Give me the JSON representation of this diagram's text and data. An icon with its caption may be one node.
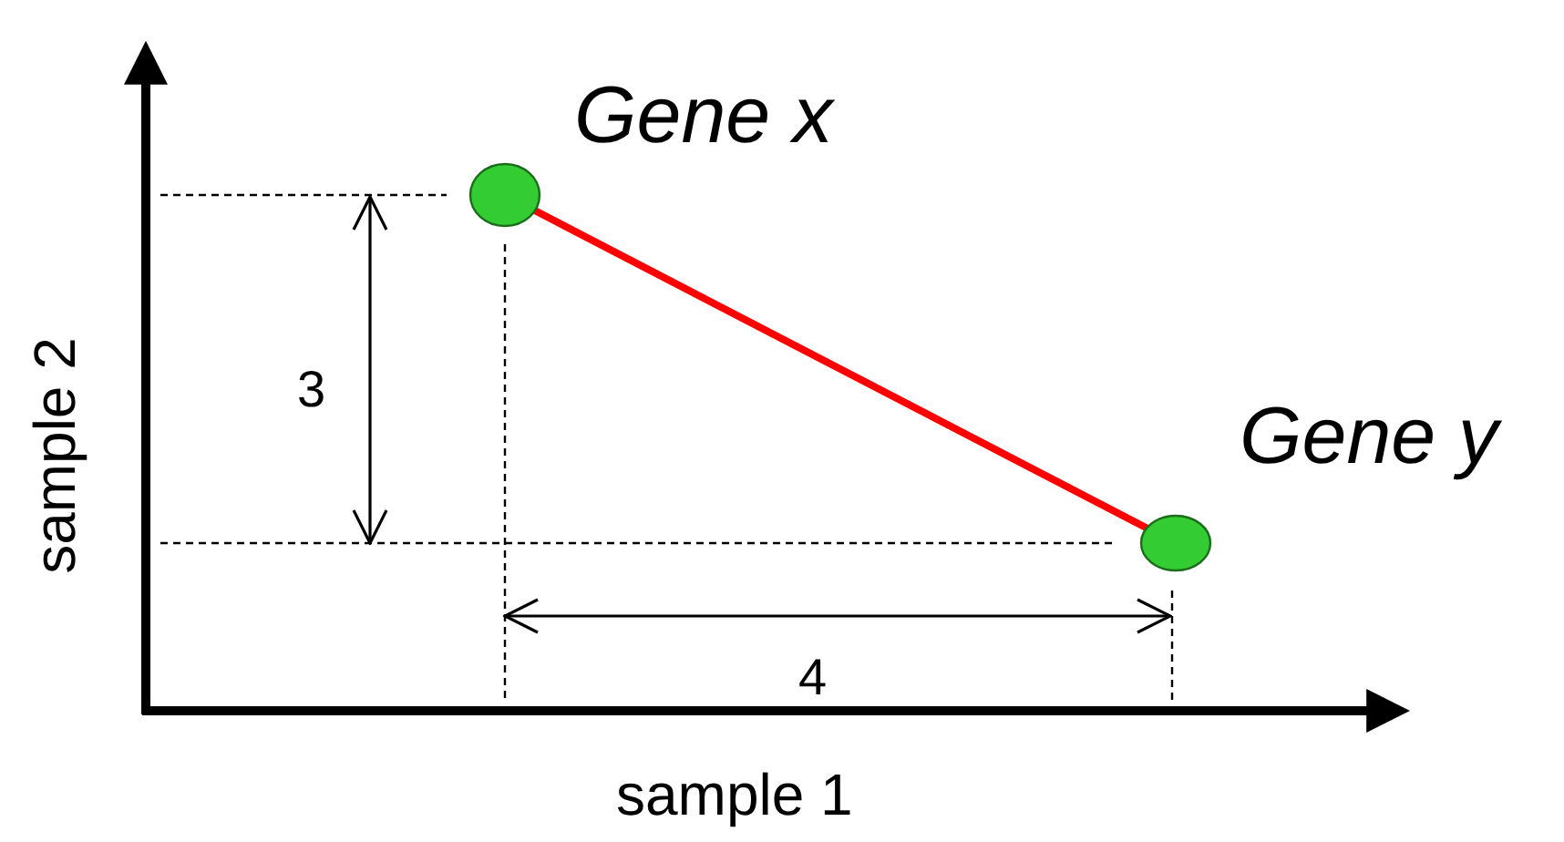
{
  "diagram": {
    "nodes": [
      {
        "text": [],
        "shape": "circle",
        "beside": [
          "Gene x"
        ]
      },
      {
        "text": [],
        "shape": "circle",
        "beside": [
          "Gene y"
        ]
      }
    ],
    "edges": [
      {
        "from": 0,
        "to": 1,
        "arrow": "none",
        "color": "#ff0000"
      }
    ],
    "labels": [
      "3",
      "4",
      "sample 2",
      "sample 1"
    ]
  }
}
